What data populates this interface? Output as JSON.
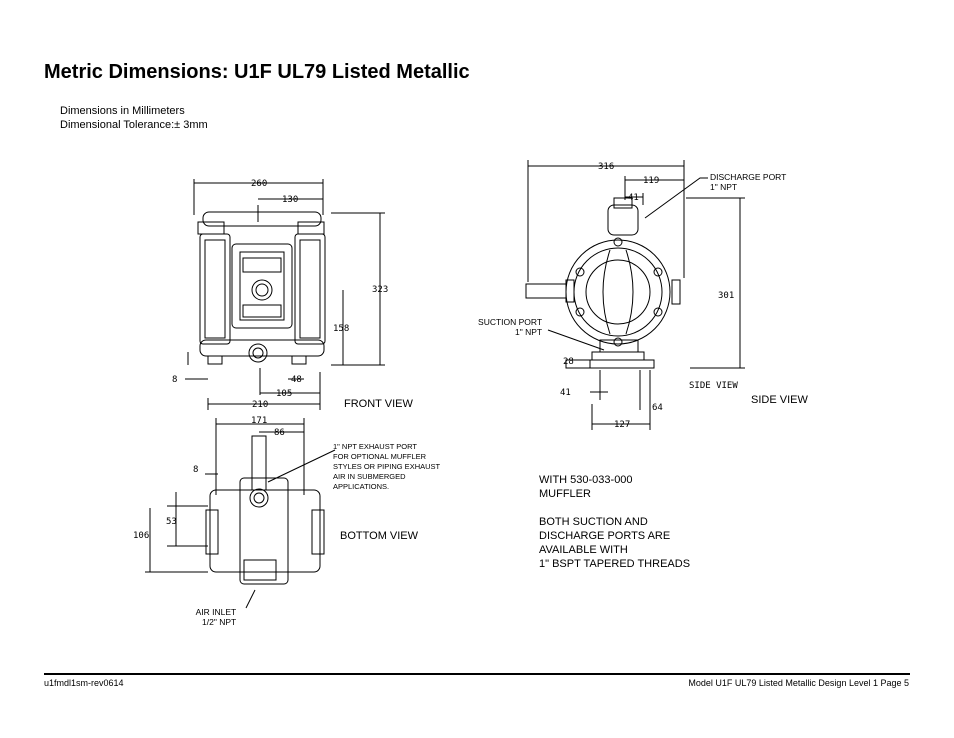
{
  "title": "Metric Dimensions: U1F UL79 Listed Metallic",
  "notes": {
    "units": "Dimensions in Millimeters",
    "tolerance": "Dimensional Tolerance:± 3mm"
  },
  "views": {
    "front": {
      "label": "FRONT VIEW",
      "dims": [
        "260",
        "130",
        "323",
        "158",
        "8",
        "48",
        "105",
        "210"
      ]
    },
    "side": {
      "label": "SIDE VIEW",
      "drawing_label": "SIDE VIEW",
      "discharge_port": [
        "DISCHARGE PORT",
        "1\" NPT"
      ],
      "suction_port": [
        "SUCTION PORT",
        "1\" NPT"
      ],
      "dims": [
        "316",
        "119",
        "41",
        "301",
        "28",
        "41",
        "64",
        "127"
      ]
    },
    "bottom": {
      "label": "BOTTOM VIEW",
      "exhaust_note": [
        "1\" NPT EXHAUST PORT",
        "FOR OPTIONAL MUFFLER",
        "STYLES OR PIPING EXHAUST",
        "AIR IN SUBMERGED",
        "APPLICATIONS."
      ],
      "air_inlet": [
        "AIR INLET",
        "1/2\" NPT"
      ],
      "dims": [
        "171",
        "86",
        "8",
        "53",
        "106"
      ]
    }
  },
  "notes_right": {
    "muffler": [
      "WITH 530-033-000",
      "MUFFLER"
    ],
    "threads": [
      "BOTH SUCTION AND",
      "DISCHARGE PORTS ARE",
      "AVAILABLE WITH",
      "1\" BSPT TAPERED THREADS"
    ]
  },
  "footer": {
    "left": "u1fmdl1sm-rev0614",
    "right": "Model U1F UL79 Listed Metallic Design Level 1   Page 5"
  }
}
